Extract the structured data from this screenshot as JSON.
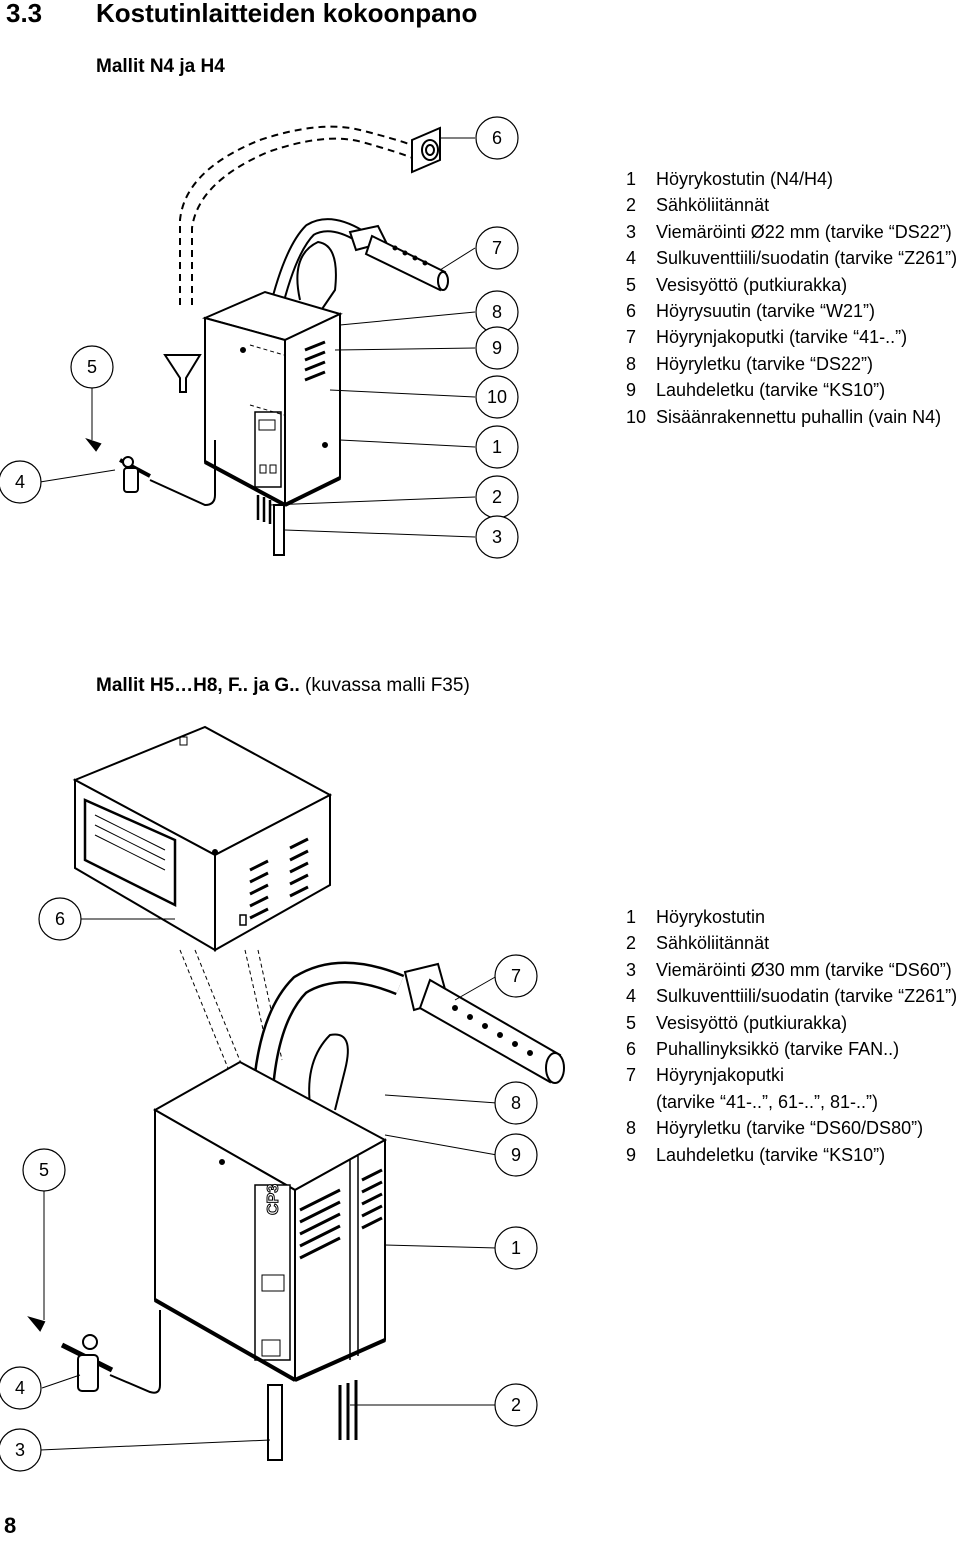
{
  "section": {
    "number": "3.3",
    "title": "Kostutinlaitteiden kokoonpano"
  },
  "figure1": {
    "heading": "Mallit N4 ja H4",
    "callouts": [
      "6",
      "7",
      "8",
      "9",
      "10",
      "1",
      "2",
      "3",
      "5",
      "4"
    ],
    "legend": [
      {
        "n": "1",
        "text": "Höyrykostutin (N4/H4)"
      },
      {
        "n": "2",
        "text": "Sähköliitännät"
      },
      {
        "n": "3",
        "text": "Viemäröinti Ø22 mm (tarvike “DS22”)"
      },
      {
        "n": "4",
        "text": "Sulkuventtiili/suodatin (tarvike “Z261”)"
      },
      {
        "n": "5",
        "text": "Vesisyöttö (putkiurakka)"
      },
      {
        "n": "6",
        "text": "Höyrysuutin (tarvike “W21”)"
      },
      {
        "n": "7",
        "text": "Höyrynjakoputki (tarvike “41-..”)"
      },
      {
        "n": "8",
        "text": "Höyryletku (tarvike “DS22”)"
      },
      {
        "n": "9",
        "text": "Lauhdeletku (tarvike “KS10”)"
      },
      {
        "n": "10",
        "text": "Sisäänrakennettu puhallin (vain N4)"
      }
    ]
  },
  "figure2": {
    "heading_bold": "Mallit H5…H8, F.. ja G..",
    "heading_normal": " (kuvassa malli F35)",
    "callouts": [
      "6",
      "7",
      "8",
      "9",
      "1",
      "5",
      "4",
      "2",
      "3"
    ],
    "device_label": "CP3",
    "legend": [
      {
        "n": "1",
        "text": "Höyrykostutin"
      },
      {
        "n": "2",
        "text": "Sähköliitännät"
      },
      {
        "n": "3",
        "text": "Viemäröinti Ø30 mm (tarvike “DS60”)"
      },
      {
        "n": "4",
        "text": "Sulkuventtiili/suodatin (tarvike “Z261”)"
      },
      {
        "n": "5",
        "text": "Vesisyöttö (putkiurakka)"
      },
      {
        "n": "6",
        "text": "Puhallinyksikkö (tarvike FAN..)"
      },
      {
        "n": "7",
        "text": "Höyrynjakoputki",
        "continuation": "(tarvike “41-..”, 61-..”, 81-..”)"
      },
      {
        "n": "8",
        "text": "Höyryletku (tarvike “DS60/DS80”)"
      },
      {
        "n": "9",
        "text": "Lauhdeletku (tarvike “KS10”)"
      }
    ]
  },
  "page_number": "8"
}
